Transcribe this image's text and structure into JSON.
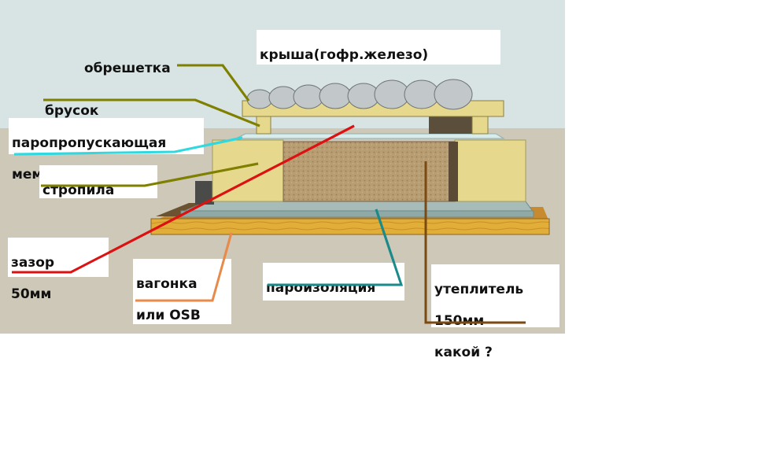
{
  "labels": {
    "roof": "крыша(гофр.железо)",
    "battens": "обрешетка",
    "bar": "брусок",
    "membrane_line1": "паропропускающая",
    "membrane_line2": "мембрана",
    "rafters": "стропила",
    "gap_line1": "зазор",
    "gap_line2": "50мм",
    "lining_line1": "вагонка",
    "lining_line2": "или OSB",
    "vapor_barrier": "пароизоляция",
    "insulation_line1": "утеплитель",
    "insulation_line2": "150мм",
    "insulation_line3": "какой ?"
  },
  "colors": {
    "sky": "#d8e3e3",
    "ground": "#cdc8b8",
    "wood": "#e6d98e",
    "insulation": "#b89c72",
    "vapor_layer": "#8fa9a6",
    "board": "#e0b23c",
    "corrugated": "#c2c8ca",
    "leader_olive": "#808000",
    "leader_cyan": "#30d8e0",
    "leader_red": "#dd1111",
    "leader_orange": "#e88a4a",
    "leader_teal": "#1a8a8a",
    "leader_brown": "#7a4a12"
  }
}
